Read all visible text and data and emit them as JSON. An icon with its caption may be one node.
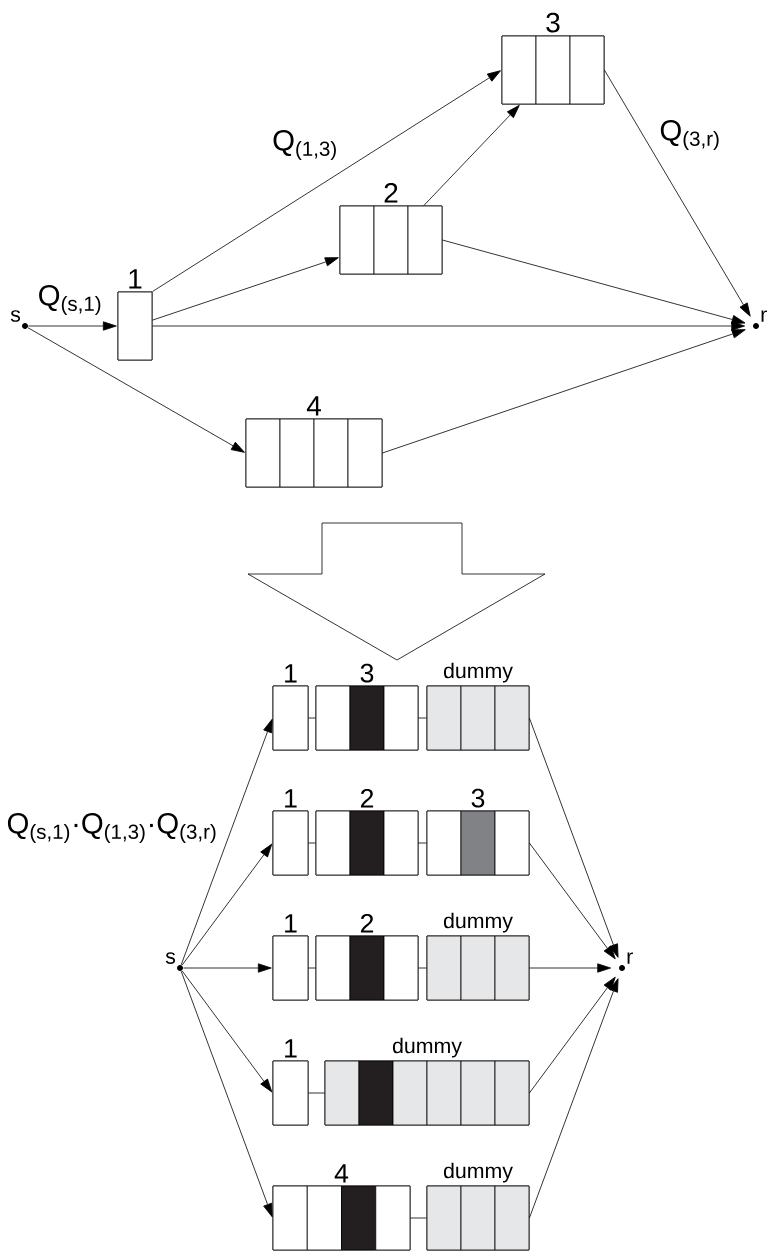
{
  "diagram": {
    "nodes": [
      {
        "text": [
          "s"
        ]
      },
      {
        "text": [
          "1"
        ]
      },
      {
        "text": [
          "2"
        ]
      },
      {
        "text": [
          "3"
        ]
      },
      {
        "text": [
          "4"
        ]
      },
      {
        "text": [
          "r"
        ]
      },
      {
        "text": [
          "s"
        ]
      },
      {
        "text": [
          "1"
        ]
      },
      {
        "text": [
          "3"
        ]
      },
      {
        "text": [
          "dummy"
        ]
      },
      {
        "text": [
          "1"
        ]
      },
      {
        "text": [
          "2"
        ]
      },
      {
        "text": [
          "3"
        ]
      },
      {
        "text": [
          "1"
        ]
      },
      {
        "text": [
          "2"
        ]
      },
      {
        "text": [
          "dummy"
        ]
      },
      {
        "text": [
          "1"
        ]
      },
      {
        "text": [
          "dummy"
        ]
      },
      {
        "text": [
          "4"
        ]
      },
      {
        "text": [
          "dummy"
        ]
      },
      {
        "text": [
          "r"
        ]
      }
    ],
    "edges": [
      {
        "from": 0,
        "to": 1,
        "arrow": "to",
        "label": "Q$_{(s,1)}$"
      },
      {
        "from": 1,
        "to": 3,
        "arrow": "to",
        "label": "Q$_{(1,3)}$"
      },
      {
        "from": 1,
        "to": 2,
        "arrow": "to"
      },
      {
        "from": 1,
        "to": 5,
        "arrow": "to"
      },
      {
        "from": 2,
        "to": 3,
        "arrow": "to"
      },
      {
        "from": 2,
        "to": 5,
        "arrow": "to"
      },
      {
        "from": 3,
        "to": 5,
        "arrow": "to",
        "label": "Q$_{(3,r)}$"
      },
      {
        "from": 0,
        "to": 4,
        "arrow": "to"
      },
      {
        "from": 4,
        "to": 5,
        "arrow": "to"
      },
      {
        "from": 6,
        "to": 7,
        "arrow": "to",
        "label": "Q$_{(s,1)}$·Q$_{(1,3)}$·Q$_{(3,r)}$"
      },
      {
        "from": 6,
        "to": 10,
        "arrow": "to"
      },
      {
        "from": 6,
        "to": 13,
        "arrow": "to"
      },
      {
        "from": 6,
        "to": 16,
        "arrow": "to"
      },
      {
        "from": 6,
        "to": 18,
        "arrow": "to"
      },
      {
        "from": 7,
        "to": 8,
        "arrow": "none"
      },
      {
        "from": 8,
        "to": 9,
        "arrow": "none"
      },
      {
        "from": 10,
        "to": 11,
        "arrow": "none"
      },
      {
        "from": 11,
        "to": 12,
        "arrow": "none"
      },
      {
        "from": 13,
        "to": 14,
        "arrow": "none"
      },
      {
        "from": 14,
        "to": 15,
        "arrow": "none"
      },
      {
        "from": 16,
        "to": 17,
        "arrow": "none"
      },
      {
        "from": 18,
        "to": 19,
        "arrow": "none"
      },
      {
        "from": 9,
        "to": 20,
        "arrow": "to"
      },
      {
        "from": 12,
        "to": 20,
        "arrow": "to"
      },
      {
        "from": 15,
        "to": 20,
        "arrow": "to"
      },
      {
        "from": 17,
        "to": 20,
        "arrow": "to"
      },
      {
        "from": 19,
        "to": 20,
        "arrow": "to"
      }
    ]
  }
}
